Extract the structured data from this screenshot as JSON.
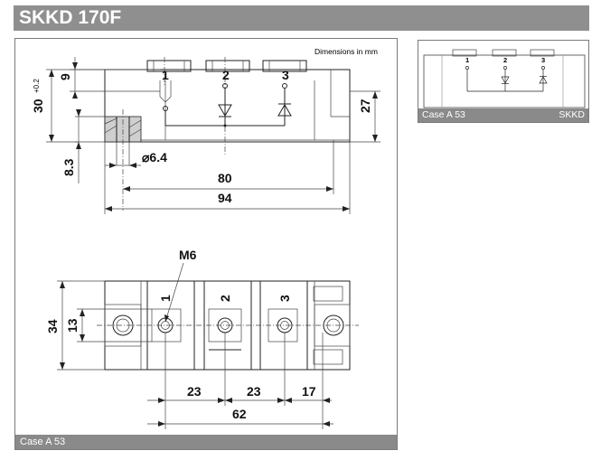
{
  "header": {
    "title": "SKKD 170F"
  },
  "main_drawing": {
    "dimensions_note": "Dimensions in mm",
    "terminals": [
      "1",
      "2",
      "3"
    ],
    "dims": {
      "h30": "30",
      "h30_tol": "+0.2",
      "h9": "9",
      "h27": "27",
      "h8_3": "8.3",
      "dia": "⌀6.4",
      "w80": "80",
      "w94": "94",
      "thread": "M6",
      "h34": "34",
      "h13": "13",
      "w23a": "23",
      "w23b": "23",
      "w17": "17",
      "w62": "62"
    },
    "caption": "Case A 53"
  },
  "mini_drawing": {
    "terminals": [
      "1",
      "2",
      "3"
    ],
    "caption_left": "Case A 53",
    "caption_right": "SKKD"
  }
}
